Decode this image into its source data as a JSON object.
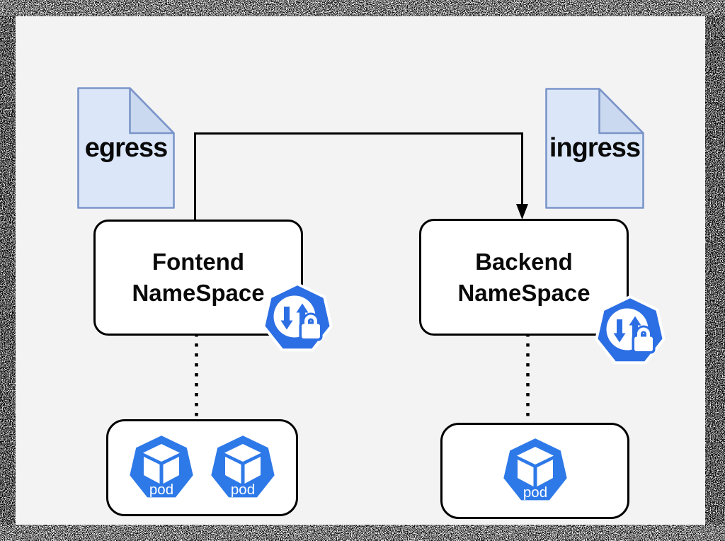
{
  "canvas": {
    "background": "#f3f3f4",
    "frame_color": "#000000"
  },
  "colors": {
    "doc_fill": "#dbe7f9",
    "doc_fold": "#cbd9f0",
    "doc_stroke": "#7b95c9",
    "box_fill": "#ffffff",
    "box_border": "#000000",
    "connector": "#000000",
    "k8s_blue": "#2c6ee4",
    "pod_blue": "#2e79e8",
    "white": "#ffffff"
  },
  "documents": [
    {
      "id": "egress",
      "label": "egress"
    },
    {
      "id": "ingress",
      "label": "ingress"
    }
  ],
  "namespaces": [
    {
      "id": "frontend",
      "line1": "Fontend",
      "line2": "NameSpace"
    },
    {
      "id": "backend",
      "line1": "Backend",
      "line2": "NameSpace"
    }
  ],
  "pod_groups": [
    {
      "id": "frontend-pods",
      "pods": [
        {
          "label": "pod"
        },
        {
          "label": "pod"
        }
      ]
    },
    {
      "id": "backend-pods",
      "pods": [
        {
          "label": "pod"
        }
      ]
    }
  ],
  "connections": [
    {
      "from": "frontend-namespace",
      "to": "backend-namespace",
      "style": "solid-arrow"
    },
    {
      "from": "frontend-namespace",
      "to": "frontend-pods",
      "style": "dotted"
    },
    {
      "from": "backend-namespace",
      "to": "backend-pods",
      "style": "dotted"
    }
  ],
  "icons": {
    "namespace_badge": "kubernetes-network-policy-lock-icon",
    "pod": "kubernetes-pod-icon"
  }
}
